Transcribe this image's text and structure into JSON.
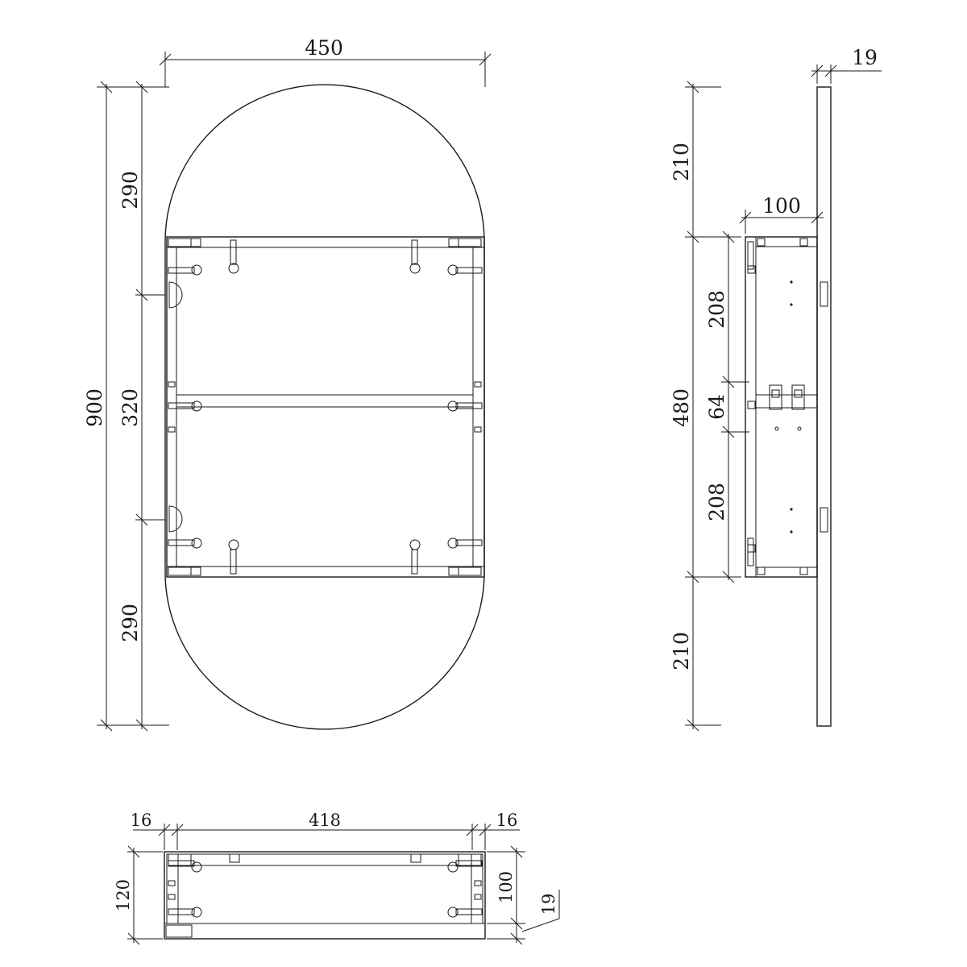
{
  "front_view": {
    "width": "450",
    "height_total": "900",
    "top_arc": "290",
    "middle": "320",
    "bottom_arc": "290"
  },
  "side_view": {
    "depth_panel": "19",
    "depth_cabinet": "100",
    "top_offset": "210",
    "cabinet_height": "480",
    "upper_section": "208",
    "middle_section": "64",
    "lower_section": "208",
    "bottom_offset": "210"
  },
  "plan_view": {
    "left_panel": "16",
    "inner_width": "418",
    "right_panel": "16",
    "total_depth": "120",
    "inner_depth": "100",
    "panel_thickness": "19"
  },
  "colors": {
    "line": "#1a1a1a",
    "background": "#ffffff"
  }
}
